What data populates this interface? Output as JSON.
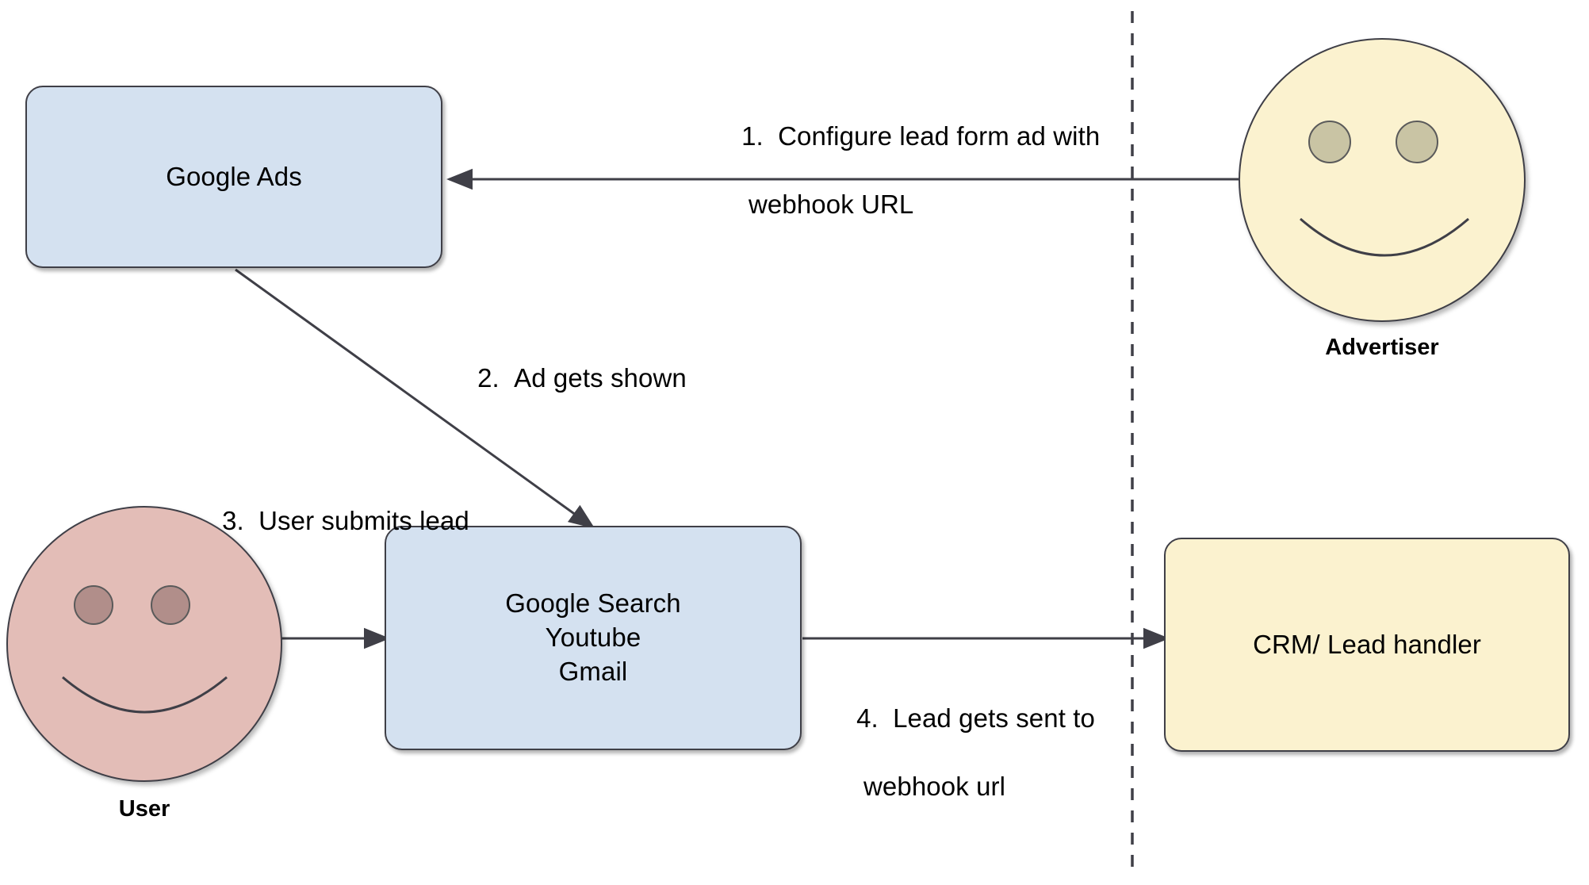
{
  "diagram": {
    "title": "Google Ads lead form webhook flow",
    "background_color": "#ffffff",
    "colors": {
      "box_blue": "#d4e1f0",
      "box_cream": "#fbf2cf",
      "actor_pink": "#e3bdb7",
      "stroke": "#3f3f47",
      "eye_cream": "#c9c4a4",
      "eye_pink": "#b18e8a"
    }
  },
  "nodes": {
    "google_ads": {
      "label": "Google Ads"
    },
    "surfaces": {
      "line_1": "Google Search",
      "line_2": "Youtube",
      "line_3": "Gmail"
    },
    "crm": {
      "label": "CRM/ Lead handler"
    },
    "advertiser": {
      "label": "Advertiser"
    },
    "user": {
      "label": "User"
    }
  },
  "edges": [
    {
      "id": "step-1",
      "number": "1.",
      "line_1": "Configure lead form ad with",
      "line_2": "webhook URL",
      "from": "advertiser",
      "to": "google_ads"
    },
    {
      "id": "step-2",
      "number": "2.",
      "line_1": "Ad gets shown",
      "line_2": "",
      "from": "google_ads",
      "to": "surfaces"
    },
    {
      "id": "step-3",
      "number": "3.",
      "line_1": "User submits lead",
      "line_2": "",
      "from": "user",
      "to": "surfaces"
    },
    {
      "id": "step-4",
      "number": "4.",
      "line_1": "Lead gets sent to",
      "line_2": "webhook url",
      "from": "surfaces",
      "to": "crm"
    }
  ],
  "divider": {
    "name": "vertical-dashed-divider",
    "style": "dashed"
  }
}
